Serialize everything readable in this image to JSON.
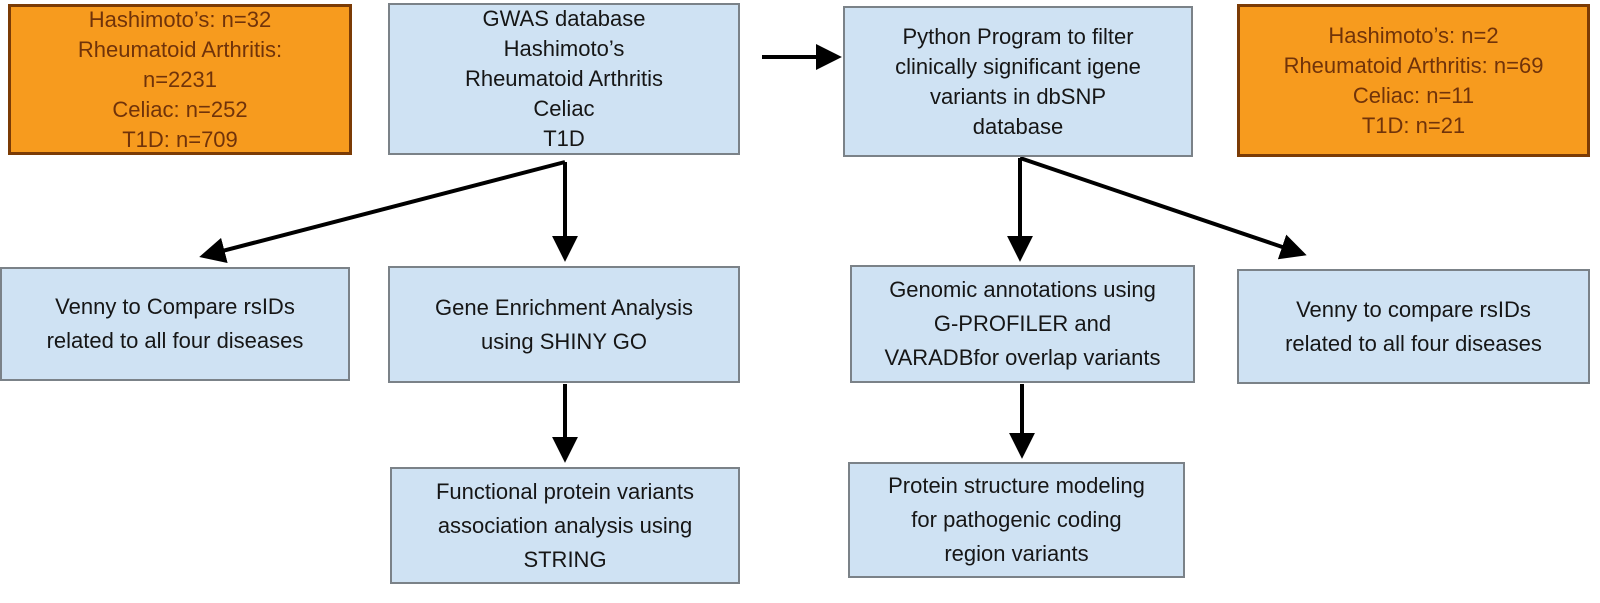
{
  "diagram": {
    "type": "flowchart",
    "colors": {
      "background": "#ffffff",
      "blue_box_fill": "#cfe2f3",
      "blue_box_border": "#7b8288",
      "blue_box_text": "#161616",
      "orange_box_fill": "#f79b1e",
      "orange_box_border": "#7b3b05",
      "orange_box_text": "#70330a",
      "arrow": "#000000"
    },
    "boxes": {
      "counts_left": {
        "style": "orange",
        "text": "Hashimoto’s: n=32\nRheumatoid Arthritis:\nn=2231\nCeliac: n=252\nT1D: n=709"
      },
      "gwas_db": {
        "style": "blue",
        "text": "GWAS database\nHashimoto’s\nRheumatoid Arthritis\nCeliac\nT1D"
      },
      "python_filter": {
        "style": "blue",
        "text": "Python Program to filter\nclinically significant igene\nvariants in dbSNP\ndatabase"
      },
      "counts_right": {
        "style": "orange",
        "text": "Hashimoto’s: n=2\nRheumatoid Arthritis: n=69\nCeliac: n=11\nT1D: n=21"
      },
      "venny_left": {
        "style": "blue",
        "text": "Venny to Compare rsIDs\nrelated to all four diseases"
      },
      "gene_enrichment": {
        "style": "blue",
        "text": "Gene Enrichment Analysis\nusing SHINY GO"
      },
      "genomic_annotations": {
        "style": "blue",
        "text": "Genomic annotations using\nG-PROFILER and\nVARADBfor overlap variants"
      },
      "venny_right": {
        "style": "blue",
        "text": "Venny to compare rsIDs\nrelated to all four diseases"
      },
      "functional_string": {
        "style": "blue",
        "text": "Functional protein variants\nassociation analysis using\nSTRING"
      },
      "protein_structure": {
        "style": "blue",
        "text": "Protein structure modeling\nfor pathogenic coding\nregion variants"
      }
    },
    "connections": [
      {
        "from": "gwas_db",
        "to": "python_filter"
      },
      {
        "from": "gwas_db",
        "to": "venny_left"
      },
      {
        "from": "gwas_db",
        "to": "gene_enrichment"
      },
      {
        "from": "python_filter",
        "to": "genomic_annotations"
      },
      {
        "from": "python_filter",
        "to": "venny_right"
      },
      {
        "from": "gene_enrichment",
        "to": "functional_string"
      },
      {
        "from": "genomic_annotations",
        "to": "protein_structure"
      }
    ]
  }
}
